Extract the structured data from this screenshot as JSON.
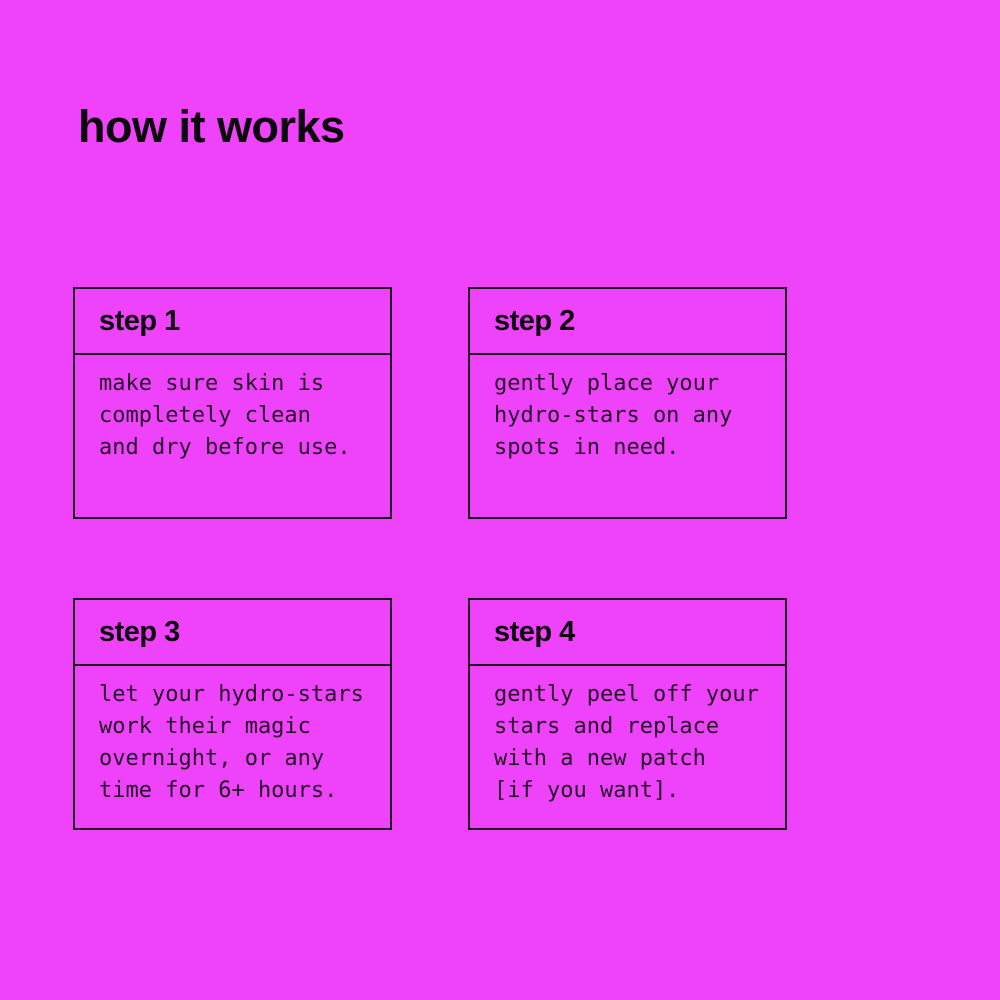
{
  "page": {
    "title": "how it works",
    "background_color": "#ee42fb",
    "border_color": "#1c0f1e",
    "heading_color": "#0d080e",
    "body_text_color": "#261227"
  },
  "steps": [
    {
      "label": "step 1",
      "description": "make sure skin is\ncompletely clean\nand dry before use."
    },
    {
      "label": "step 2",
      "description": "gently place your\nhydro-stars on any\nspots in need."
    },
    {
      "label": "step 3",
      "description": "let your hydro-stars\nwork their magic\novernight, or any\ntime for 6+ hours."
    },
    {
      "label": "step 4",
      "description": "gently peel off your\nstars and replace\nwith a new patch\n[if you want]."
    }
  ]
}
